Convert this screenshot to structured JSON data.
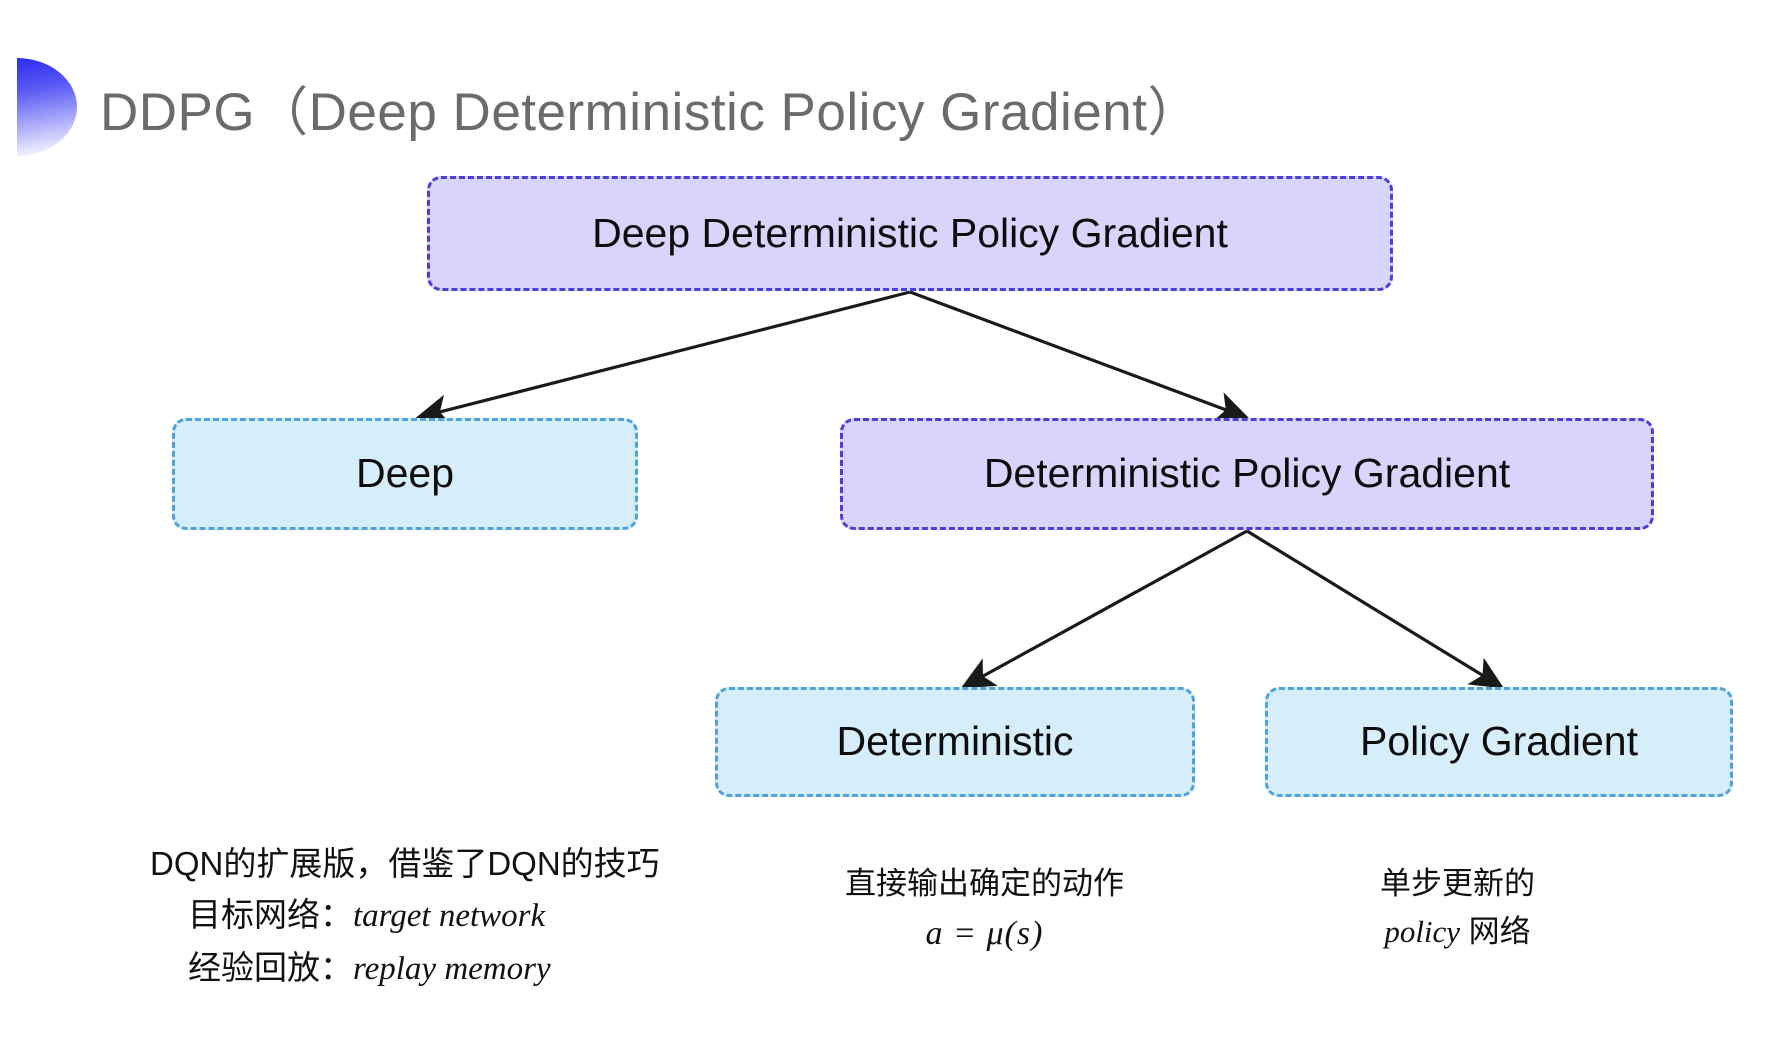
{
  "slide": {
    "title": "DDPG（Deep Deterministic Policy Gradient）",
    "background_color": "#ffffff",
    "title_color": "#6b6b6b",
    "accent_color": "#2b2bf0"
  },
  "diagram": {
    "type": "tree",
    "colors": {
      "purple_fill": "#d9d4fb",
      "purple_border": "#4b3fd6",
      "blue_fill": "#d5eef9",
      "blue_border": "#50a3da",
      "arrow_color": "#1a1a1a"
    },
    "nodes": [
      {
        "id": "root",
        "label": "Deep Deterministic Policy Gradient",
        "style": "purple"
      },
      {
        "id": "deep",
        "label": "Deep",
        "style": "blue"
      },
      {
        "id": "dpg",
        "label": "Deterministic Policy Gradient",
        "style": "purple"
      },
      {
        "id": "deterministic",
        "label": "Deterministic",
        "style": "blue"
      },
      {
        "id": "policy_gradient",
        "label": "Policy Gradient",
        "style": "blue"
      }
    ],
    "edges": [
      {
        "from": "root",
        "to": "deep"
      },
      {
        "from": "root",
        "to": "dpg"
      },
      {
        "from": "dpg",
        "to": "deterministic"
      },
      {
        "from": "dpg",
        "to": "policy_gradient"
      }
    ]
  },
  "captions": {
    "deep": {
      "line1": "DQN的扩展版，借鉴了DQN的技巧",
      "line2_label": "目标网络：",
      "line2_term": "target network",
      "line3_label": "经验回放：",
      "line3_term": "replay memory"
    },
    "deterministic": {
      "line1": "直接输出确定的动作",
      "formula": "a = μ(s)"
    },
    "policy_gradient": {
      "line1": "单步更新的",
      "line2_term": "policy",
      "line2_suffix": " 网络"
    }
  }
}
